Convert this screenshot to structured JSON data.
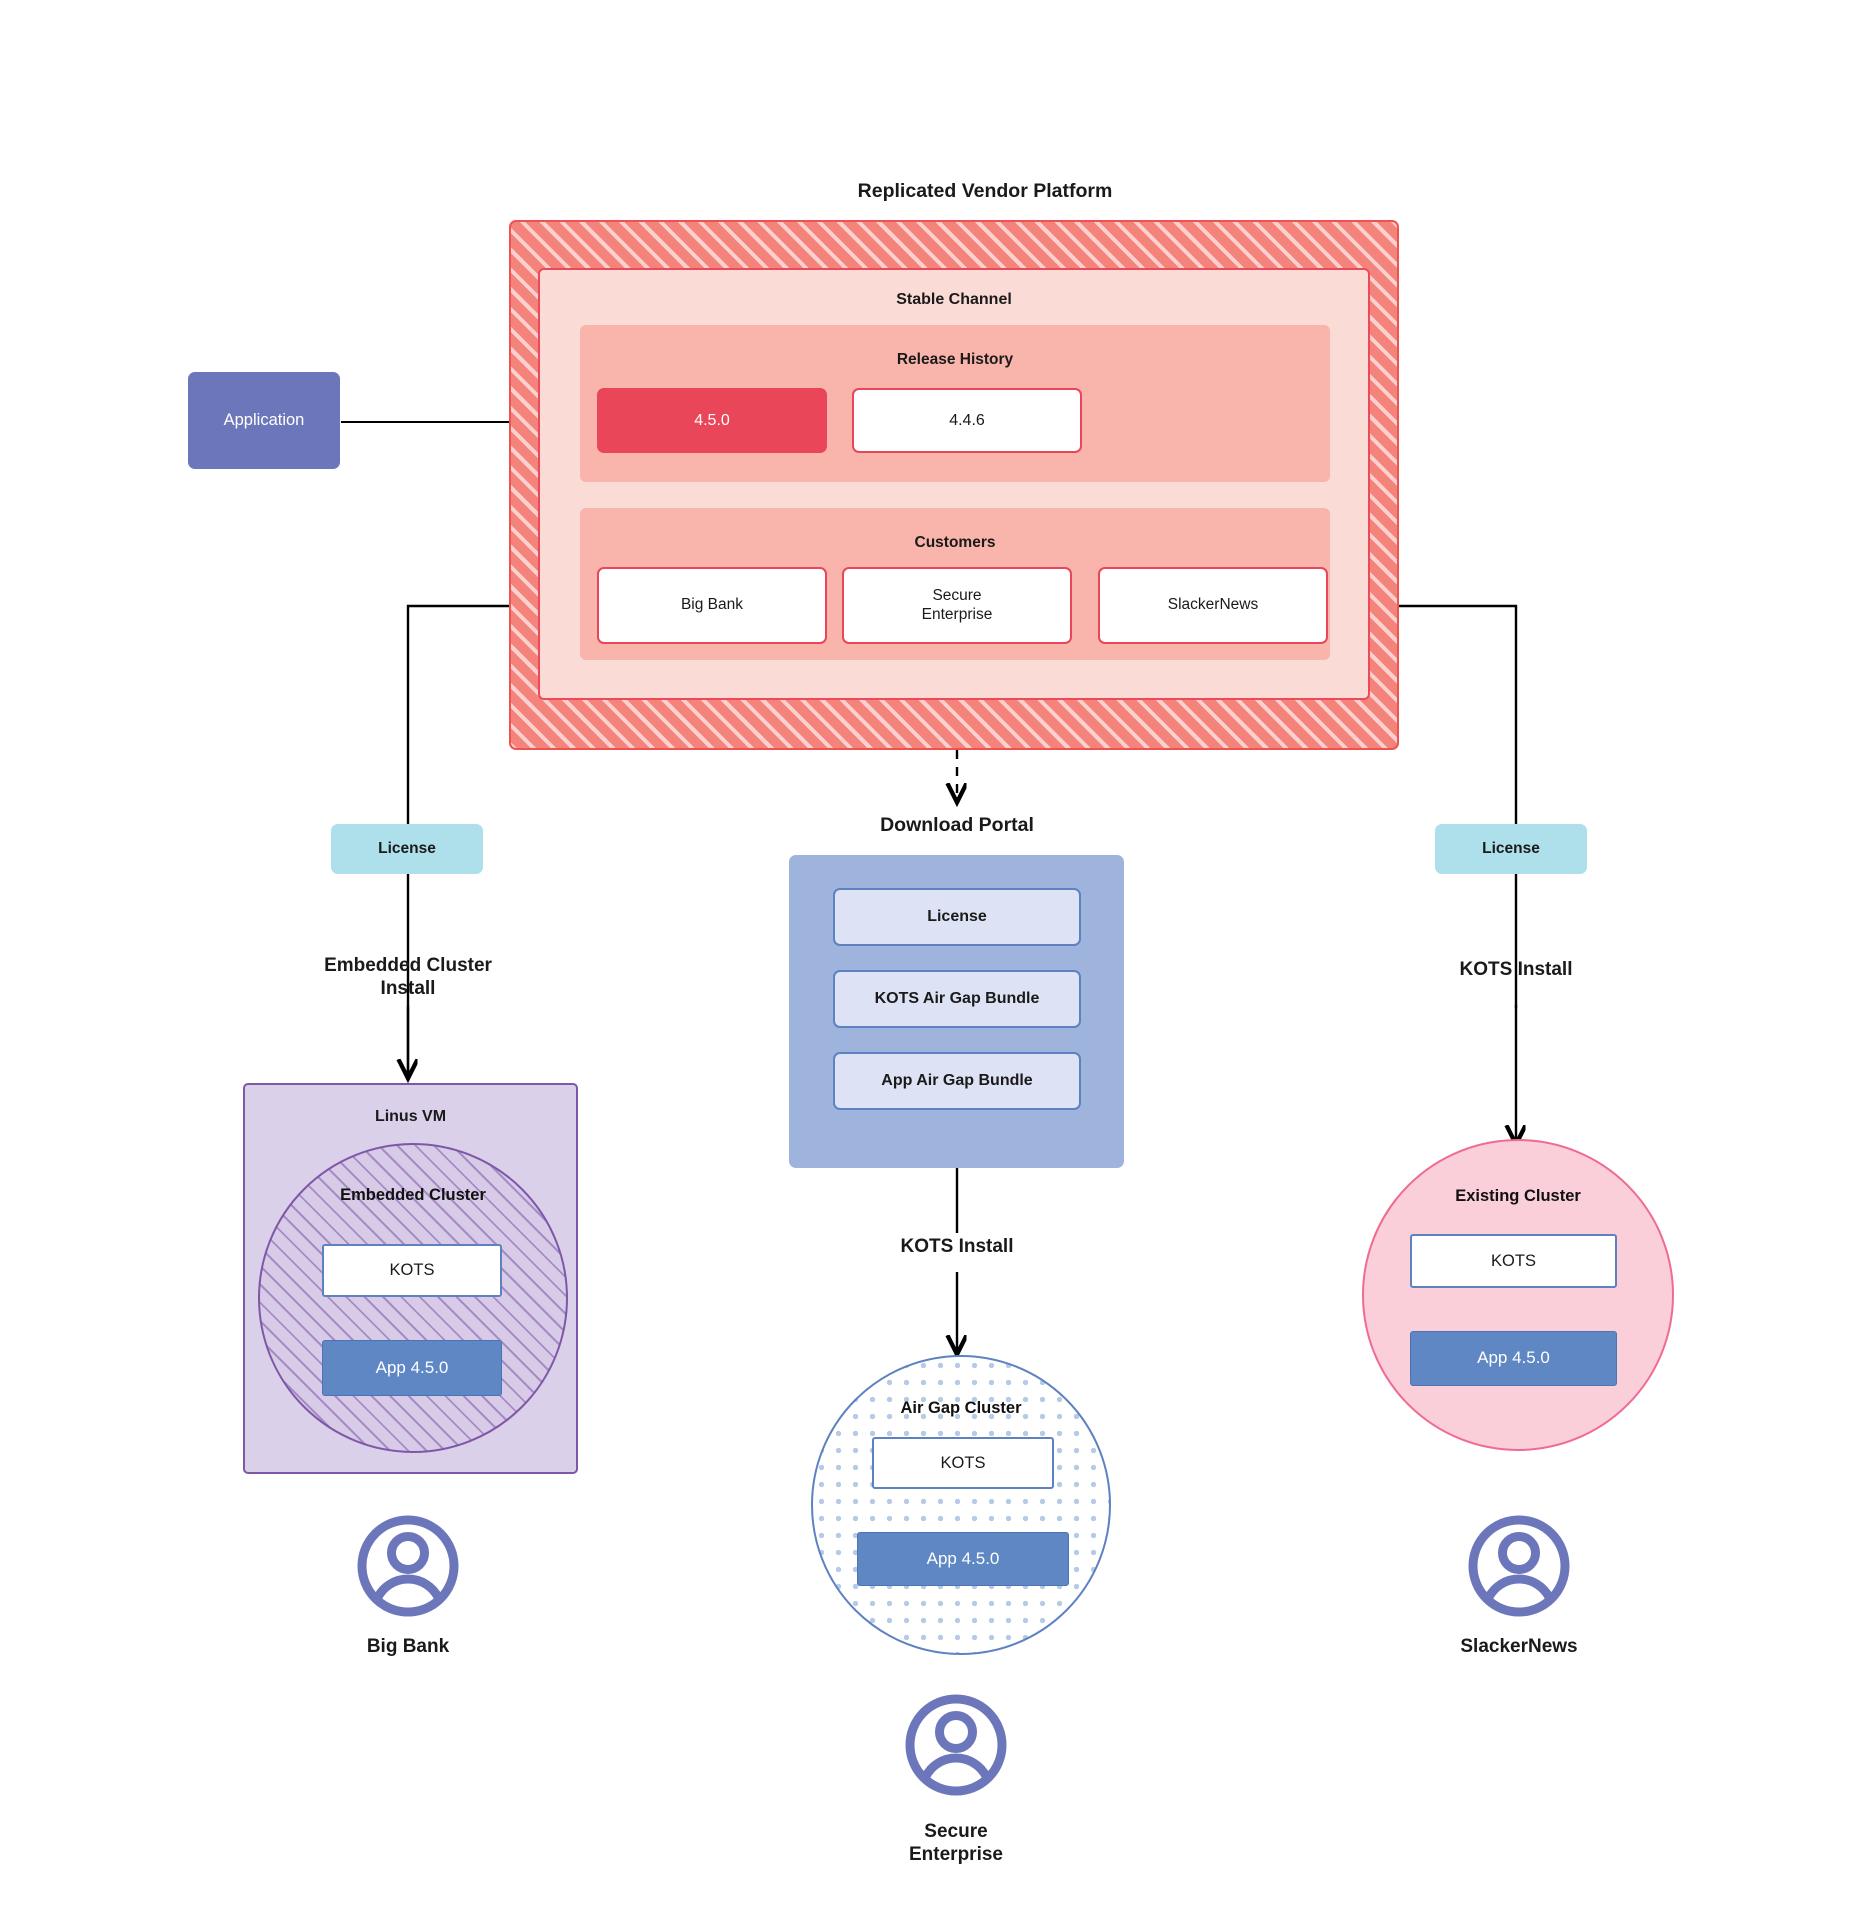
{
  "diagram": {
    "title": "Replicated Vendor Platform",
    "application_node": {
      "label": "Application"
    },
    "platform": {
      "channel": {
        "title": "Stable Channel"
      },
      "release_history": {
        "title": "Release History",
        "releases": [
          {
            "version": "4.5.0",
            "state": "current"
          },
          {
            "version": "4.4.6",
            "state": "previous"
          }
        ]
      },
      "customers": {
        "title": "Customers",
        "items": [
          {
            "name": "Big Bank"
          },
          {
            "name": "Secure\nEnterprise"
          },
          {
            "name": "SlackerNews"
          }
        ]
      }
    },
    "licenses": {
      "left": "License",
      "right": "License"
    },
    "flows": {
      "embedded_install": "Embedded Cluster\nInstall",
      "kots_install_airgap": "KOTS Install",
      "kots_install_existing": "KOTS Install"
    },
    "download_portal": {
      "title": "Download  Portal",
      "items": [
        {
          "label": "License"
        },
        {
          "label": "KOTS Air Gap Bundle"
        },
        {
          "label": "App Air Gap Bundle"
        }
      ]
    },
    "targets": {
      "vm": {
        "title": "Linus VM",
        "cluster_title": "Embedded Cluster",
        "kots": "KOTS",
        "app": "App 4.5.0"
      },
      "airgap": {
        "cluster_title": "Air Gap Cluster",
        "kots": "KOTS",
        "app": "App 4.5.0"
      },
      "existing": {
        "cluster_title": "Existing Cluster",
        "kots": "KOTS",
        "app": "App 4.5.0"
      }
    },
    "personas": [
      {
        "name": "Big Bank"
      },
      {
        "name": "Secure\nEnterprise"
      },
      {
        "name": "SlackerNews"
      }
    ],
    "colors": {
      "platform_fill": "#f4837c",
      "platform_stroke": "#ef5350",
      "channel_fill": "#fbdbd6",
      "panel_fill": "#f9b4ab",
      "release_current": "#ea4659",
      "application": "#6c76ba",
      "license": "#ade0ea",
      "portal": "#9fb4dd",
      "portal_item": "#dde3f4",
      "vm": "#dbd0ea",
      "vm_stroke": "#7e57a6",
      "airgap_stroke": "#5e82c0",
      "existing_fill": "#fbcfd9",
      "existing_stroke": "#ef6b92",
      "app_box": "#5e87c4",
      "persona": "#6c76ba"
    }
  }
}
